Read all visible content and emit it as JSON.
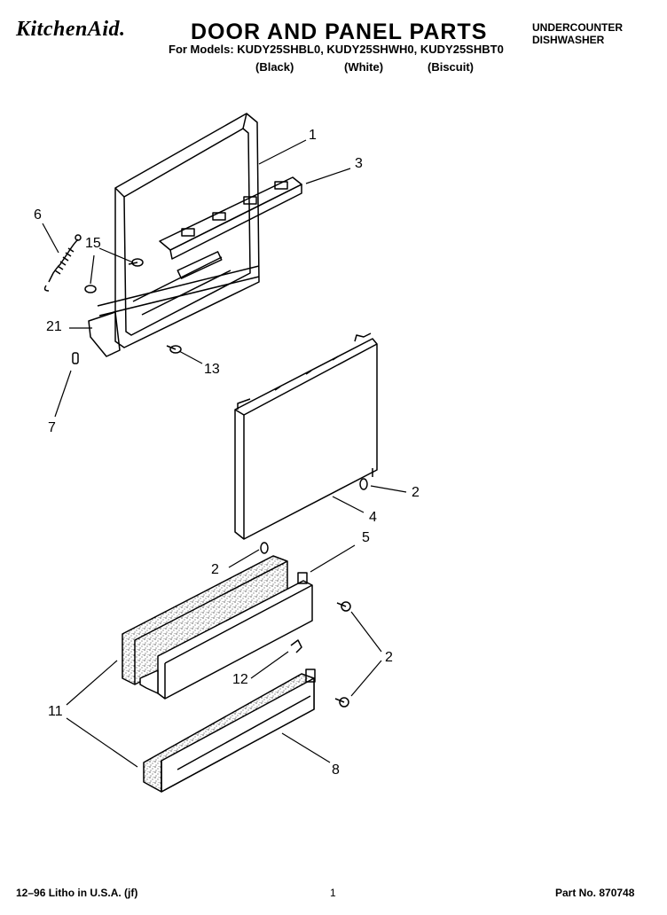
{
  "header": {
    "brand": "KitchenAid.",
    "title": "DOOR AND PANEL PARTS",
    "models_line": "For Models: KUDY25SHBL0, KUDY25SHWH0, KUDY25SHBT0",
    "variants": [
      "(Black)",
      "(White)",
      "(Biscuit)"
    ],
    "product_line1": "UNDERCOUNTER",
    "product_line2": "DISHWASHER"
  },
  "callouts": [
    "1",
    "3",
    "6",
    "15",
    "21",
    "13",
    "7",
    "2",
    "4",
    "5",
    "2",
    "2",
    "12",
    "11",
    "8"
  ],
  "footer": {
    "left": "12–96 Litho in U.S.A. (jf)",
    "center": "1",
    "right": "Part No. 870748"
  }
}
